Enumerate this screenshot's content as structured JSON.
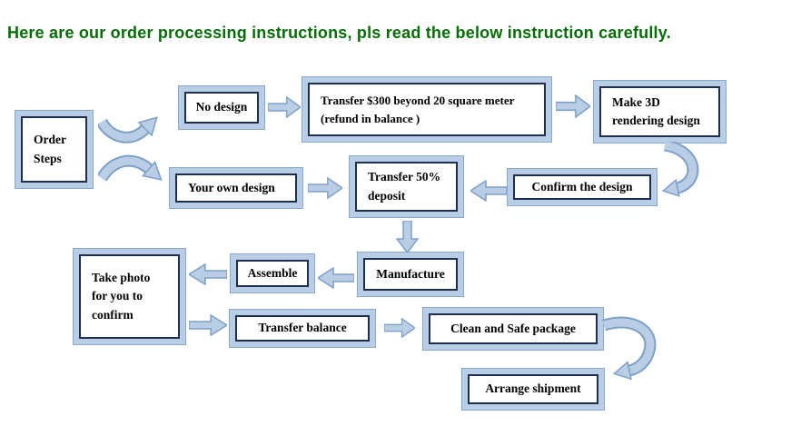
{
  "title": "Here are our order processing instructions, pls read the below instruction carefully.",
  "colors": {
    "title_green": "#066d06",
    "box_frame_fill": "#b9cde5",
    "box_frame_border": "#87a9cd",
    "box_inner_border": "#1d2f4e",
    "box_fill": "#ffffff",
    "arrow_fill": "#b9cde5",
    "arrow_outline": "#7da0c7",
    "text": "#000000"
  },
  "diagram": {
    "nodes": {
      "order_steps": {
        "label": "Order\nSteps"
      },
      "no_design": {
        "label": "No design"
      },
      "transfer_300": {
        "label": "Transfer $300 beyond 20 square meter\n(refund in balance )"
      },
      "make_3d": {
        "label": "Make 3D\nrendering design"
      },
      "your_own_design": {
        "label": "Your own design"
      },
      "transfer_50": {
        "label": "Transfer 50%\ndeposit"
      },
      "confirm_design": {
        "label": "Confirm the design"
      },
      "manufacture": {
        "label": "Manufacture"
      },
      "assemble": {
        "label": "Assemble"
      },
      "take_photo": {
        "label": "Take photo\nfor you to\nconfirm"
      },
      "transfer_balance": {
        "label": "Transfer balance"
      },
      "clean_safe": {
        "label": "Clean and Safe package"
      },
      "arrange_shipment": {
        "label": "Arrange shipment"
      }
    },
    "edges": [
      {
        "from": "Order Steps",
        "to": "No design",
        "style": "curved"
      },
      {
        "from": "Order Steps",
        "to": "Your own design",
        "style": "curved"
      },
      {
        "from": "No design",
        "to": "Transfer $300 beyond 20 square meter (refund in balance )",
        "style": "block-right"
      },
      {
        "from": "Transfer $300 beyond 20 square meter (refund in balance )",
        "to": "Make 3D rendering design",
        "style": "block-right"
      },
      {
        "from": "Make 3D rendering design",
        "to": "Confirm the design",
        "style": "curved"
      },
      {
        "from": "Confirm the design",
        "to": "Transfer 50% deposit",
        "style": "block-left"
      },
      {
        "from": "Your own design",
        "to": "Transfer 50% deposit",
        "style": "block-right"
      },
      {
        "from": "Transfer 50% deposit",
        "to": "Manufacture",
        "style": "block-down"
      },
      {
        "from": "Manufacture",
        "to": "Assemble",
        "style": "block-left"
      },
      {
        "from": "Assemble",
        "to": "Take photo for you to confirm",
        "style": "block-left"
      },
      {
        "from": "Take photo for you to confirm",
        "to": "Transfer balance",
        "style": "block-right"
      },
      {
        "from": "Transfer balance",
        "to": "Clean and Safe package",
        "style": "block-right"
      },
      {
        "from": "Clean and Safe package",
        "to": "Arrange shipment",
        "style": "curved"
      }
    ]
  }
}
